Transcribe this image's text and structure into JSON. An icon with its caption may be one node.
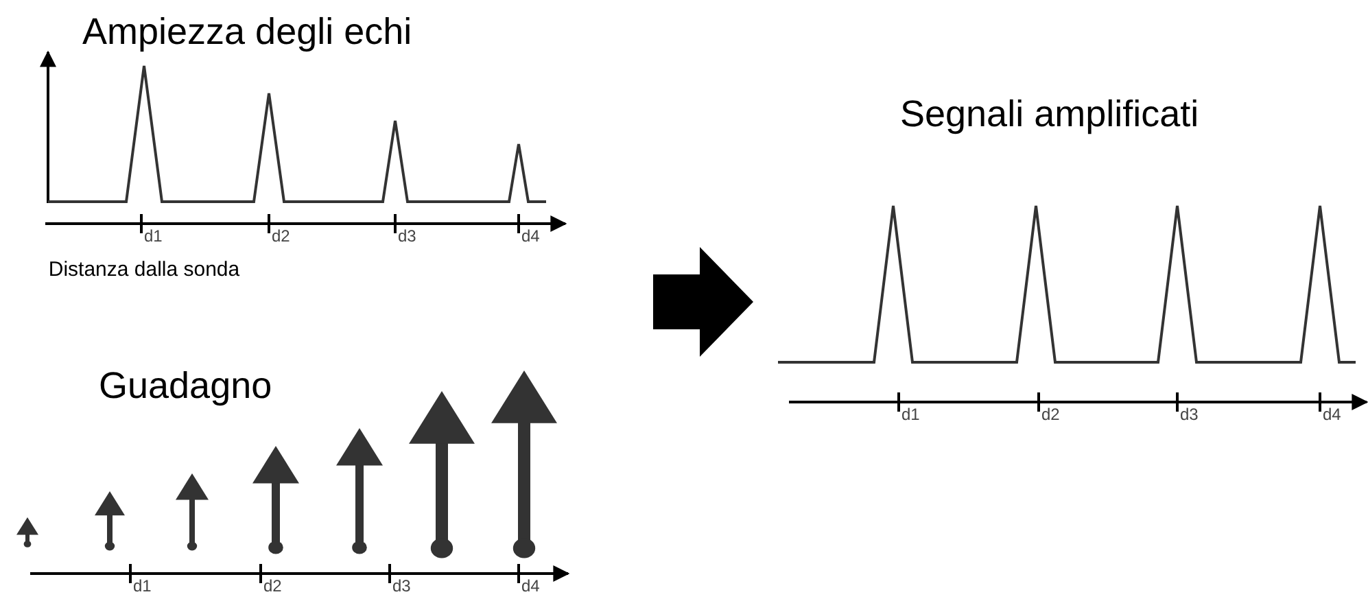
{
  "diagram": {
    "labels": [
      "Ampiezza degli echi",
      "d1",
      "d2",
      "d3",
      "d4",
      "Distanza dalla sonda",
      "Guadagno",
      "d1",
      "d2",
      "d3",
      "d4",
      "Segnali amplificati",
      "d1",
      "d2",
      "d3",
      "d4"
    ]
  }
}
